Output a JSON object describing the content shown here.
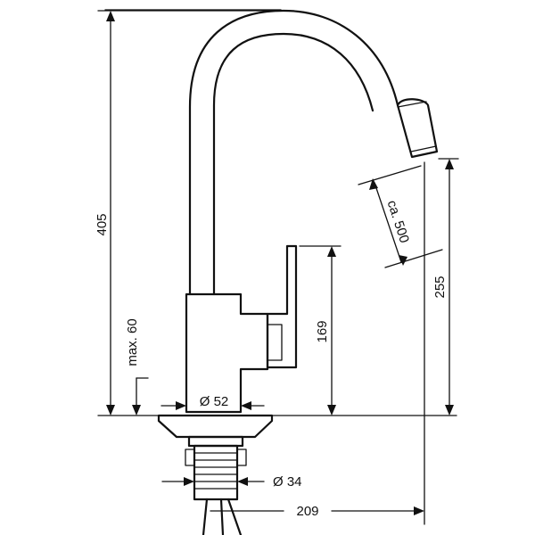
{
  "dimensions": {
    "height_total": "405",
    "max_deck": "max. 60",
    "base_diameter": "Ø 52",
    "handle_height": "169",
    "spout_height": "255",
    "hose_length": "ca. 500",
    "thread_diameter": "Ø 34",
    "reach": "209"
  },
  "colors": {
    "line": "#111111",
    "background": "#ffffff"
  }
}
